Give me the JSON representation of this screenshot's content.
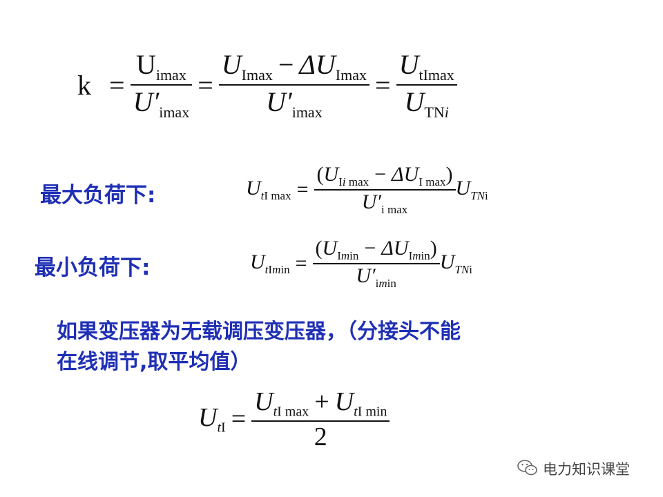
{
  "eq1": {
    "k": "k",
    "eq": "=",
    "f1_num_U": "U",
    "f1_num_sub": "imax",
    "f1_den_U": "U′",
    "f1_den_sub": "imax",
    "f2_num_U1": "U",
    "f2_num_sub1": "Imax",
    "f2_minus": "−",
    "f2_num_dU": "ΔU",
    "f2_num_sub2": "Imax",
    "f2_den_U": "U′",
    "f2_den_sub": "imax",
    "f3_num_U": "U",
    "f3_num_sub": "tImax",
    "f3_den_U": "U",
    "f3_den_sub": "TN",
    "f3_den_sub_i": "i"
  },
  "label_max": "最大负荷下:",
  "eq_max": {
    "lhs_U": "U",
    "lhs_sub_t": "t",
    "lhs_sub": "I max",
    "eq": "=",
    "num_open": "(",
    "num_U1": "U",
    "num_sub1_a": "I",
    "num_sub1_i": "i",
    "num_sub1_b": " max",
    "minus": "−",
    "num_dU": "ΔU",
    "num_sub2": "I max",
    "num_close": ")",
    "den_U": "U′",
    "den_sub": "i max",
    "rhs_U": "U",
    "rhs_sub_it": "TN",
    "rhs_sub": "i"
  },
  "label_min": "最小负荷下:",
  "eq_min": {
    "lhs_U": "U",
    "lhs_sub_t": "t",
    "lhs_sub_a": "I",
    "lhs_sub_m": "m",
    "lhs_sub_b": "in",
    "eq": "=",
    "num_open": "(",
    "num_U1": "U",
    "num_sub1_a": "I",
    "num_sub1_m": "m",
    "num_sub1_b": "in",
    "minus": "−",
    "num_dU": "ΔU",
    "num_sub2_a": "I",
    "num_sub2_m": "m",
    "num_sub2_b": "in",
    "num_close": ")",
    "den_U": "U′",
    "den_sub_a": "i",
    "den_sub_m": "m",
    "den_sub_b": "in",
    "rhs_U": "U",
    "rhs_sub_it": "TN",
    "rhs_sub": "i"
  },
  "note_line1": "如果变压器为无载调压变压器，（分接头不能",
  "note_line2": "在线调节,取平均值）",
  "eq_avg": {
    "lhs_U": "U",
    "lhs_sub_t": "t",
    "lhs_sub": "I",
    "eq": "=",
    "num_U1": "U",
    "num_sub1_t": "t",
    "num_sub1": "I max",
    "plus": "+",
    "num_U2": "U",
    "num_sub2_t": "t",
    "num_sub2": "I min",
    "den": "2"
  },
  "watermark": "电力知识课堂"
}
